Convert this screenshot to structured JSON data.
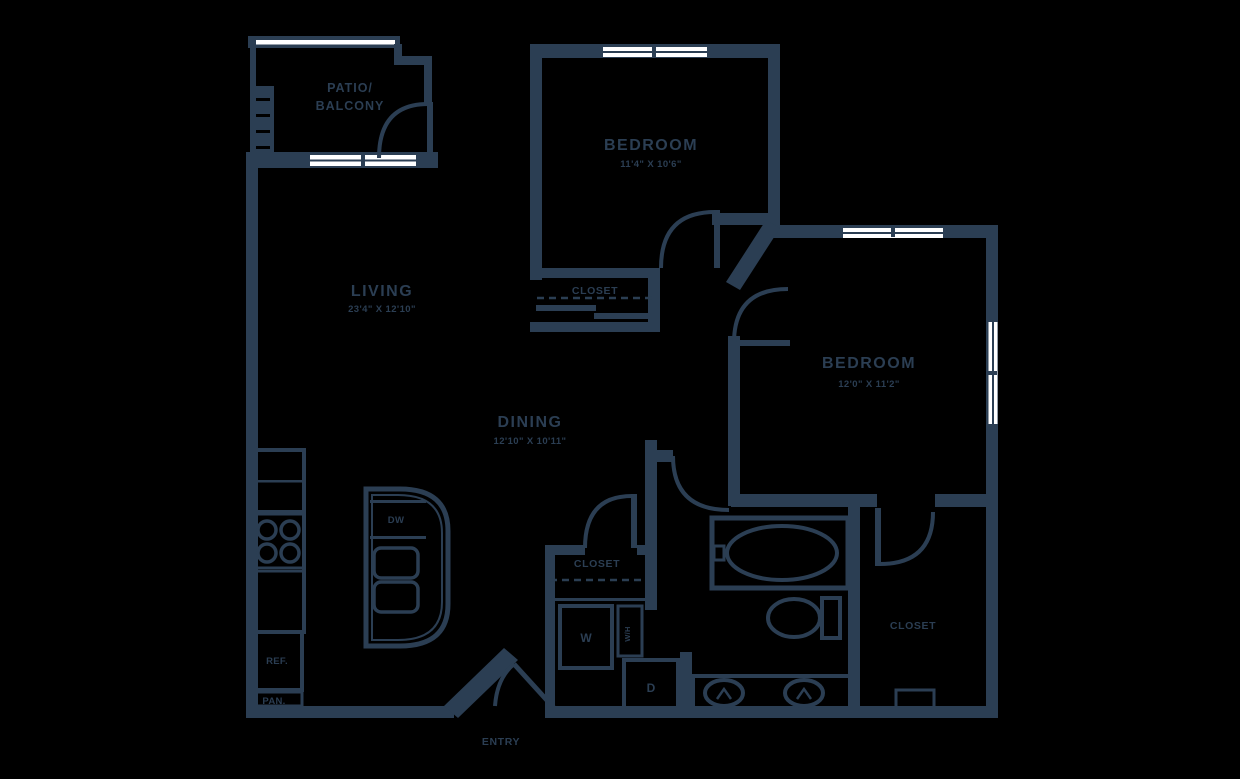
{
  "colors": {
    "background": "#000000",
    "line": "#2b3e53",
    "window_fill": "#ffffff"
  },
  "rooms": {
    "patio": {
      "name_line1": "PATIO/",
      "name_line2": "BALCONY"
    },
    "bedroom1": {
      "name": "BEDROOM",
      "dims": "11'4\" X 10'6\""
    },
    "bedroom2": {
      "name": "BEDROOM",
      "dims": "12'0\" X 11'2\""
    },
    "living": {
      "name": "LIVING",
      "dims": "23'4\" X 12'10\""
    },
    "dining": {
      "name": "DINING",
      "dims": "12'10\" X 10'11\""
    },
    "entry": {
      "name": "ENTRY"
    },
    "bedroom1_closet": {
      "name": "CLOSET"
    },
    "coat_closet": {
      "name": "CLOSET"
    },
    "walk_in_closet": {
      "name": "CLOSET"
    }
  },
  "fixtures": {
    "dishwasher": "DW",
    "refrigerator": "REF.",
    "pantry": "PAN.",
    "washer": "W",
    "dryer": "D",
    "water_heater": "W/H"
  }
}
